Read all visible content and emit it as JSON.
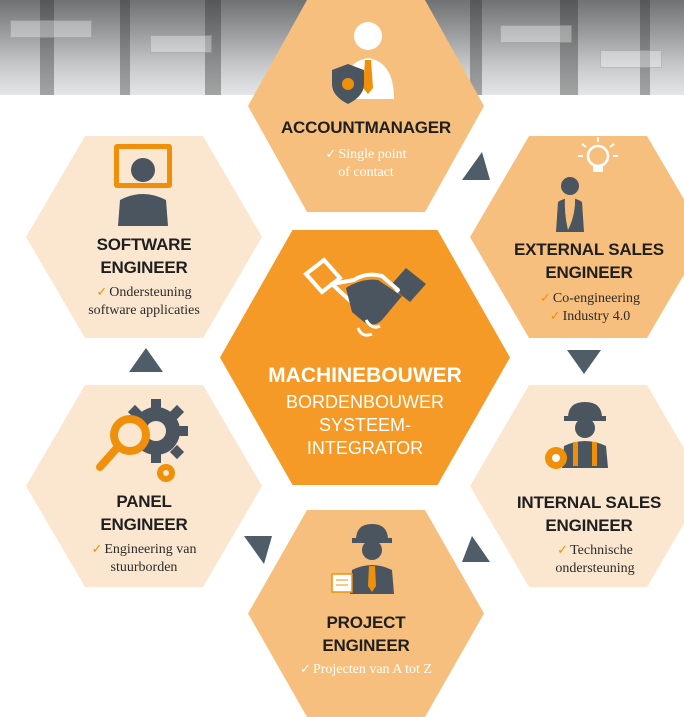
{
  "center": {
    "title": "MACHINEBOUWER",
    "lines": [
      "BORDENBOUWER",
      "SYSTEEM-",
      "INTEGRATOR"
    ],
    "icon": "handshake-icon"
  },
  "roles": [
    {
      "id": "accountmanager",
      "title_lines": [
        "ACCOUNTMANAGER"
      ],
      "items": [
        "Single point",
        "of contact"
      ],
      "icon": "manager-shield-icon"
    },
    {
      "id": "external-sales",
      "title_lines": [
        "EXTERNAL SALES",
        "ENGINEER"
      ],
      "items": [
        "Co-engineering",
        "Industry 4.0"
      ],
      "icon": "lightbulb-person-icon"
    },
    {
      "id": "internal-sales",
      "title_lines": [
        "INTERNAL SALES",
        "ENGINEER"
      ],
      "items": [
        "Technische",
        "ondersteuning"
      ],
      "icon": "hardhat-worker-gear-icon"
    },
    {
      "id": "project",
      "title_lines": [
        "PROJECT",
        "ENGINEER"
      ],
      "items": [
        "Projecten van A tot Z"
      ],
      "icon": "hardhat-worker-blueprint-icon"
    },
    {
      "id": "panel",
      "title_lines": [
        "PANEL",
        "ENGINEER"
      ],
      "items": [
        "Engineering van",
        "stuurborden"
      ],
      "icon": "gear-magnifier-icon"
    },
    {
      "id": "software",
      "title_lines": [
        "SOFTWARE",
        "ENGINEER"
      ],
      "items": [
        "Ondersteuning",
        "software applicaties"
      ],
      "icon": "monitor-person-icon"
    }
  ],
  "check_symbol": "✓",
  "colors": {
    "center": "#f59a26",
    "mid": "#f7bf7d",
    "pale": "#fbe7d0",
    "arrow": "#4e5d68",
    "icon_dark": "#4a5560",
    "icon_orange": "#f0900a"
  }
}
